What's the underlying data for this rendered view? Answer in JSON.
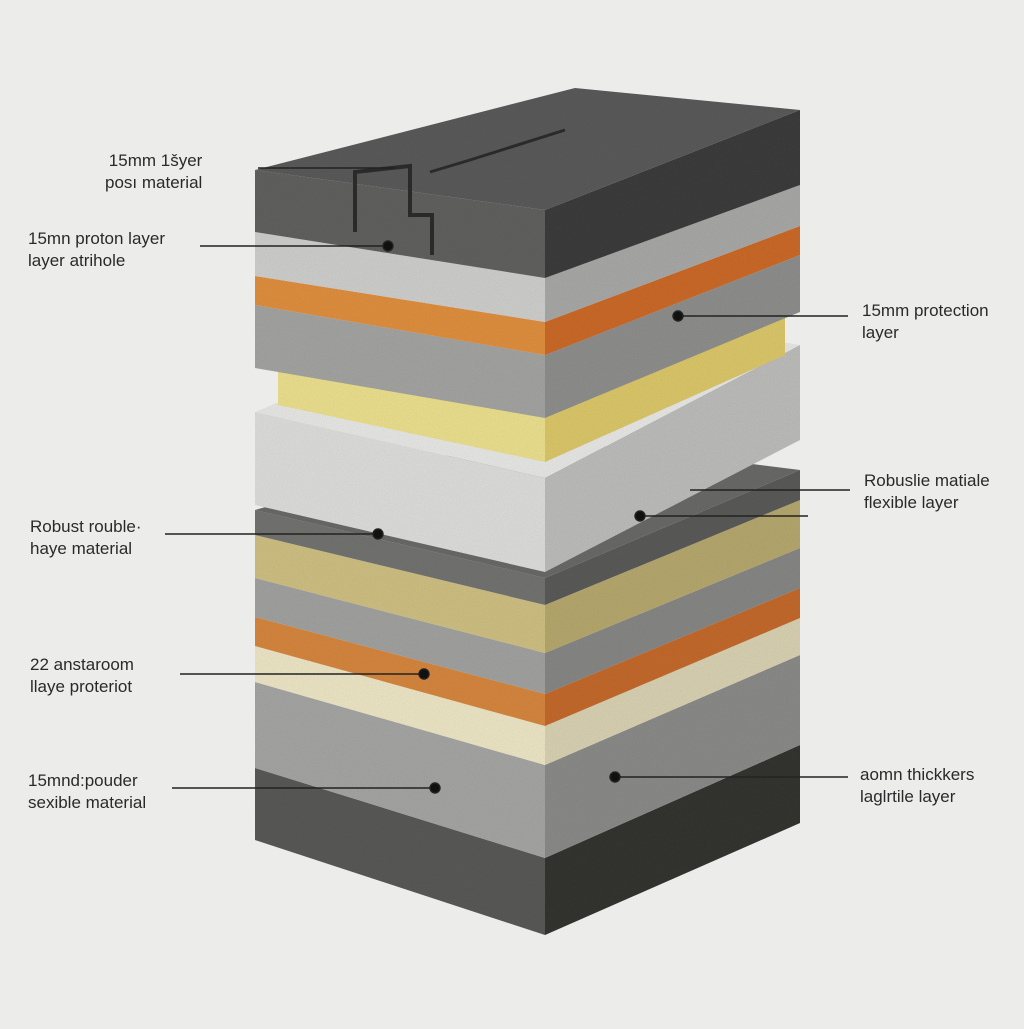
{
  "labels": {
    "left": [
      {
        "line1": "15mm 1šyer",
        "line2": "posı material"
      },
      {
        "line1": "15mn proton layer",
        "line2": "layer atrihole"
      },
      {
        "line1": "Robust rouble·",
        "line2": "haye material"
      },
      {
        "line1": "22 anstaroom",
        "line2": "llaye proteriot"
      },
      {
        "line1": "15mnd:pouder",
        "line2": "sexible material"
      }
    ],
    "right": [
      {
        "line1": "15mm protection",
        "line2": "layer"
      },
      {
        "line1": "Robuslie matiale",
        "line2": "flexible layer"
      },
      {
        "line1": "aomn thickkers",
        "line2": "laglrtile layer"
      }
    ]
  },
  "layers": [
    {
      "name": "top-slab",
      "color": "#5e5e5e"
    },
    {
      "name": "light-gray",
      "color": "#c9c9c7"
    },
    {
      "name": "orange",
      "color": "#d9853f"
    },
    {
      "name": "gray",
      "color": "#9b9b99"
    },
    {
      "name": "yellow",
      "color": "#e9dc8c"
    },
    {
      "name": "white-slab",
      "color": "#dcdcda"
    },
    {
      "name": "dark-gray",
      "color": "#6d6d6b"
    },
    {
      "name": "sand",
      "color": "#c7b97e"
    },
    {
      "name": "mid-gray",
      "color": "#9a9a98"
    },
    {
      "name": "orange-2",
      "color": "#cf7a38"
    },
    {
      "name": "cream",
      "color": "#ede6c6"
    },
    {
      "name": "light-gray-2",
      "color": "#a9a9a7"
    },
    {
      "name": "base-dark",
      "color": "#555554"
    }
  ]
}
